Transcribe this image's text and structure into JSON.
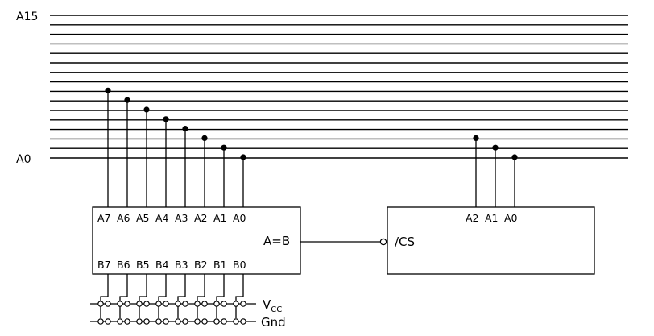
{
  "bus": {
    "top_label": "A15",
    "bottom_label": "A0"
  },
  "comparator": {
    "a_pins": [
      "A7",
      "A6",
      "A5",
      "A4",
      "A3",
      "A2",
      "A1",
      "A0"
    ],
    "b_pins": [
      "B7",
      "B6",
      "B5",
      "B4",
      "B3",
      "B2",
      "B1",
      "B0"
    ],
    "output_label": "A=B"
  },
  "chip": {
    "address_pins": [
      "A2",
      "A1",
      "A0"
    ],
    "select_label": "/CS"
  },
  "rails": {
    "vcc_label": "V",
    "vcc_subscript": "CC",
    "gnd_label": "Gnd"
  }
}
